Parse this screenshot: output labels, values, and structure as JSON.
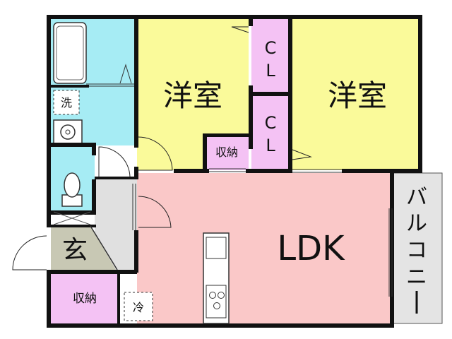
{
  "floor_plan": {
    "rooms": {
      "western_room_1": "洋室",
      "western_room_2": "洋室",
      "closet_1": [
        "C",
        "L"
      ],
      "closet_2": [
        "C",
        "L"
      ],
      "storage_center": "収納",
      "storage_entrance": "収納",
      "ldk": "LDK",
      "entrance": "玄",
      "balcony": [
        "バ",
        "ル",
        "コ",
        "ニ",
        "ー"
      ],
      "washer": "洗",
      "fridge": "冷"
    },
    "colors": {
      "western_room": "#fafa9a",
      "closet": "#f4c2f4",
      "ldk": "#fac8c8",
      "wet_area": "#a6ecf4",
      "entrance": "#c8c8b4",
      "hall": "#e0e0e0",
      "balcony": "#e4e4e4",
      "wall": "#111111"
    }
  }
}
